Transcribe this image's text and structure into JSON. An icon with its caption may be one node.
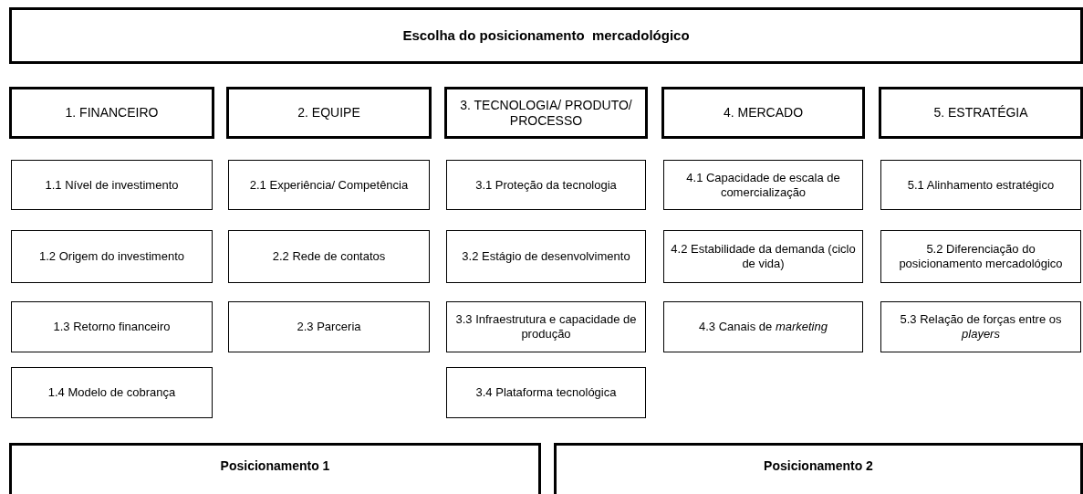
{
  "diagram": {
    "nodes": [
      {
        "text": [
          "Escolha do posicionamento  mercadológico"
        ]
      },
      {
        "text": [
          "1. FINANCEIRO"
        ]
      },
      {
        "text": [
          "2. EQUIPE"
        ]
      },
      {
        "text": [
          "3. TECNOLOGIA/ PRODUTO/ PROCESSO"
        ]
      },
      {
        "text": [
          "4. MERCADO"
        ]
      },
      {
        "text": [
          "5. ESTRATÉGIA"
        ]
      },
      {
        "text": [
          "1.1 Nível de investimento"
        ]
      },
      {
        "text": [
          "2.1 Experiência/ Competência"
        ]
      },
      {
        "text": [
          "3.1 Proteção da tecnologia"
        ]
      },
      {
        "text": [
          "4.1 Capacidade de escala de comercialização"
        ]
      },
      {
        "text": [
          "5.1 Alinhamento estratégico"
        ]
      },
      {
        "text": [
          "1.2 Origem do investimento"
        ]
      },
      {
        "text": [
          "2.2 Rede de contatos"
        ]
      },
      {
        "text": [
          "3.2 Estágio de desenvolvimento"
        ]
      },
      {
        "text": [
          "4.2 Estabilidade da demanda (ciclo de vida)"
        ]
      },
      {
        "text": [
          "5.2 Diferenciação do posicionamento mercadológico"
        ]
      },
      {
        "text": [
          "1.3 Retorno financeiro"
        ]
      },
      {
        "text": [
          "2.3 Parceria"
        ]
      },
      {
        "text": [
          "3.3 Infraestrutura e capacidade de produção"
        ]
      },
      {
        "text": [
          "4.3 Canais de *marketing*"
        ]
      },
      {
        "text": [
          "5.3 Relação de forças entre os *players*"
        ]
      },
      {
        "text": [
          "1.4 Modelo de cobrança"
        ]
      },
      {
        "text": [
          "3.4 Plataforma tecnológica"
        ]
      },
      {
        "text": [
          "Posicionamento 1"
        ]
      },
      {
        "text": [
          "Posicionamento 2"
        ]
      }
    ],
    "edges": []
  }
}
